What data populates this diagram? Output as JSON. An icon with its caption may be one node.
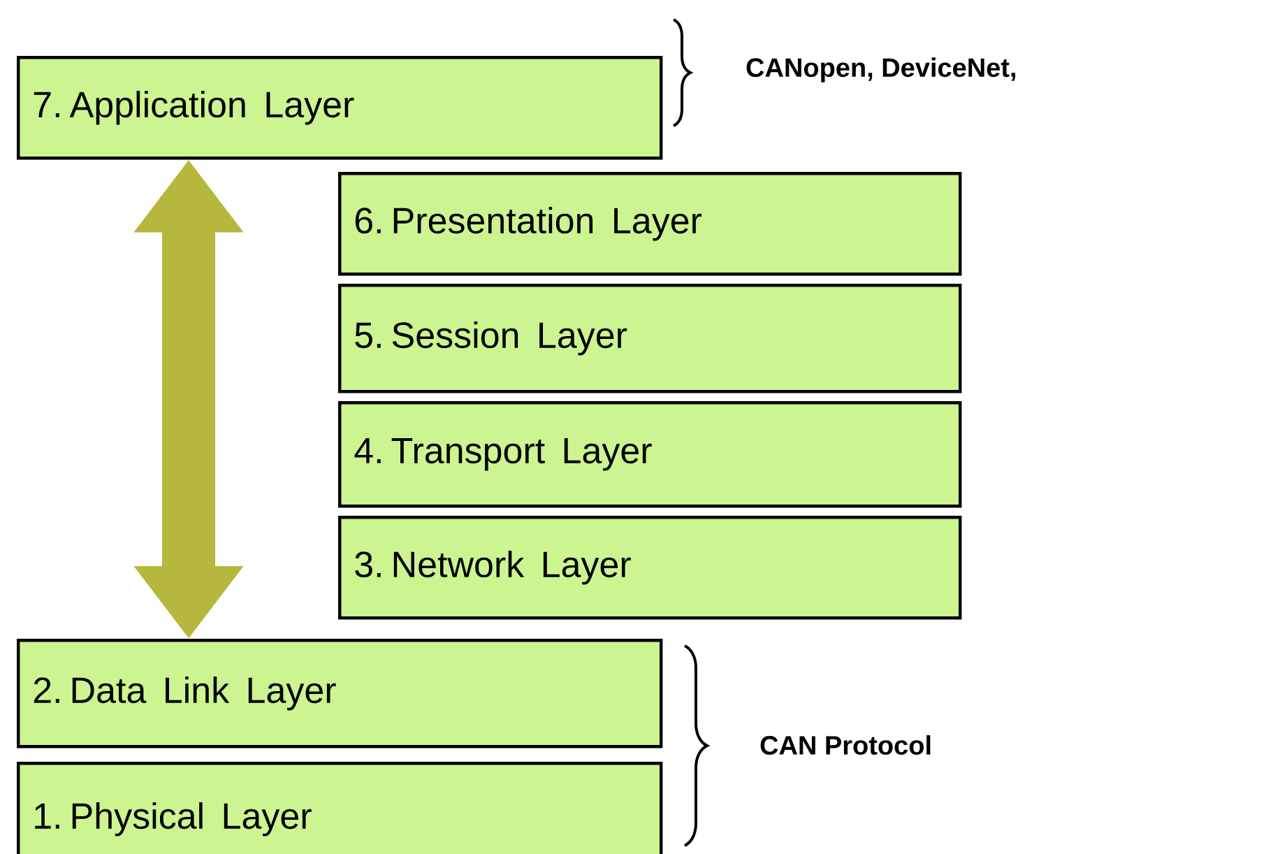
{
  "diagram": {
    "nodes": [
      {
        "text": [
          "7. Application Layer"
        ]
      },
      {
        "text": [
          "6. Presentation Layer"
        ]
      },
      {
        "text": [
          "5. Session Layer"
        ]
      },
      {
        "text": [
          "4. Transport Layer"
        ]
      },
      {
        "text": [
          "3. Network Layer"
        ]
      },
      {
        "text": [
          "2. Data Link Layer"
        ]
      },
      {
        "text": [
          "1. Physical Layer"
        ]
      }
    ],
    "edges": [
      {
        "from": 0,
        "to": 5,
        "arrow": "both"
      }
    ],
    "labels": [
      "CANopen, DeviceNet,",
      "CAN Protocol"
    ]
  }
}
